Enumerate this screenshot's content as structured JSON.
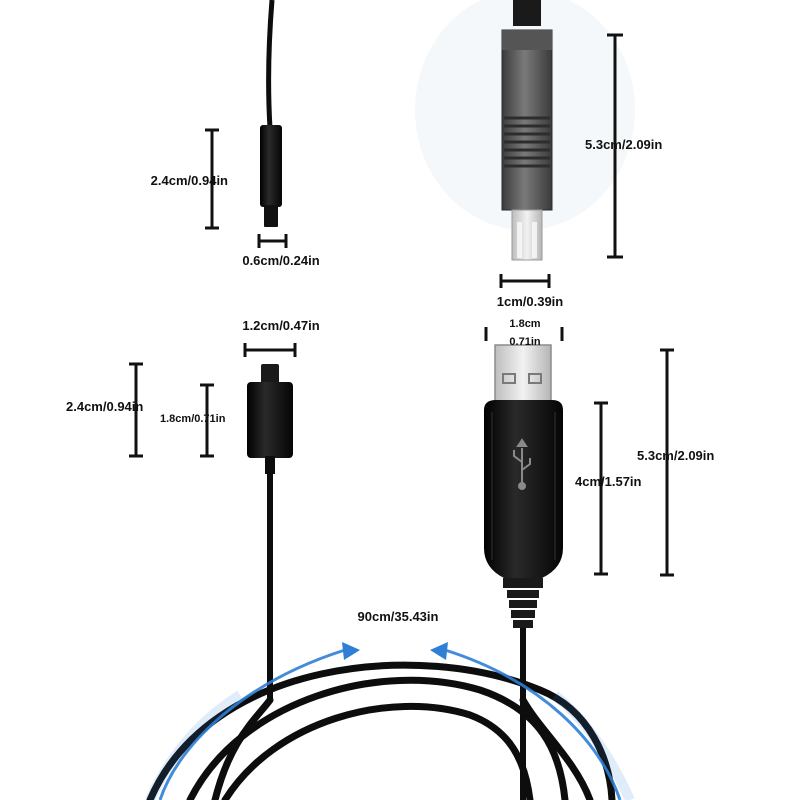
{
  "labels": {
    "dc_tip_length": "2.4cm/0.94in",
    "dc_tip_width": "0.6cm/0.24in",
    "usbb_length": "5.3cm/2.09in",
    "usbb_width": "1cm/0.39in",
    "micro_width": "1.2cm/0.47in",
    "micro_total": "2.4cm/0.94in",
    "micro_body": "1.8cm/0.71in",
    "usba_width_line1": "1.8cm",
    "usba_width_line2": "0.71in",
    "usba_total": "5.3cm/2.09in",
    "usba_body": "4cm/1.57in",
    "cable_length": "90cm/35.43in"
  },
  "colors": {
    "cable": "#0d0d0d",
    "plug_gray": "#6a6a6a",
    "usb_steel": "#d8d8d8",
    "arrow_blue": "#2f7fd6",
    "dimension_line": "#111111"
  }
}
